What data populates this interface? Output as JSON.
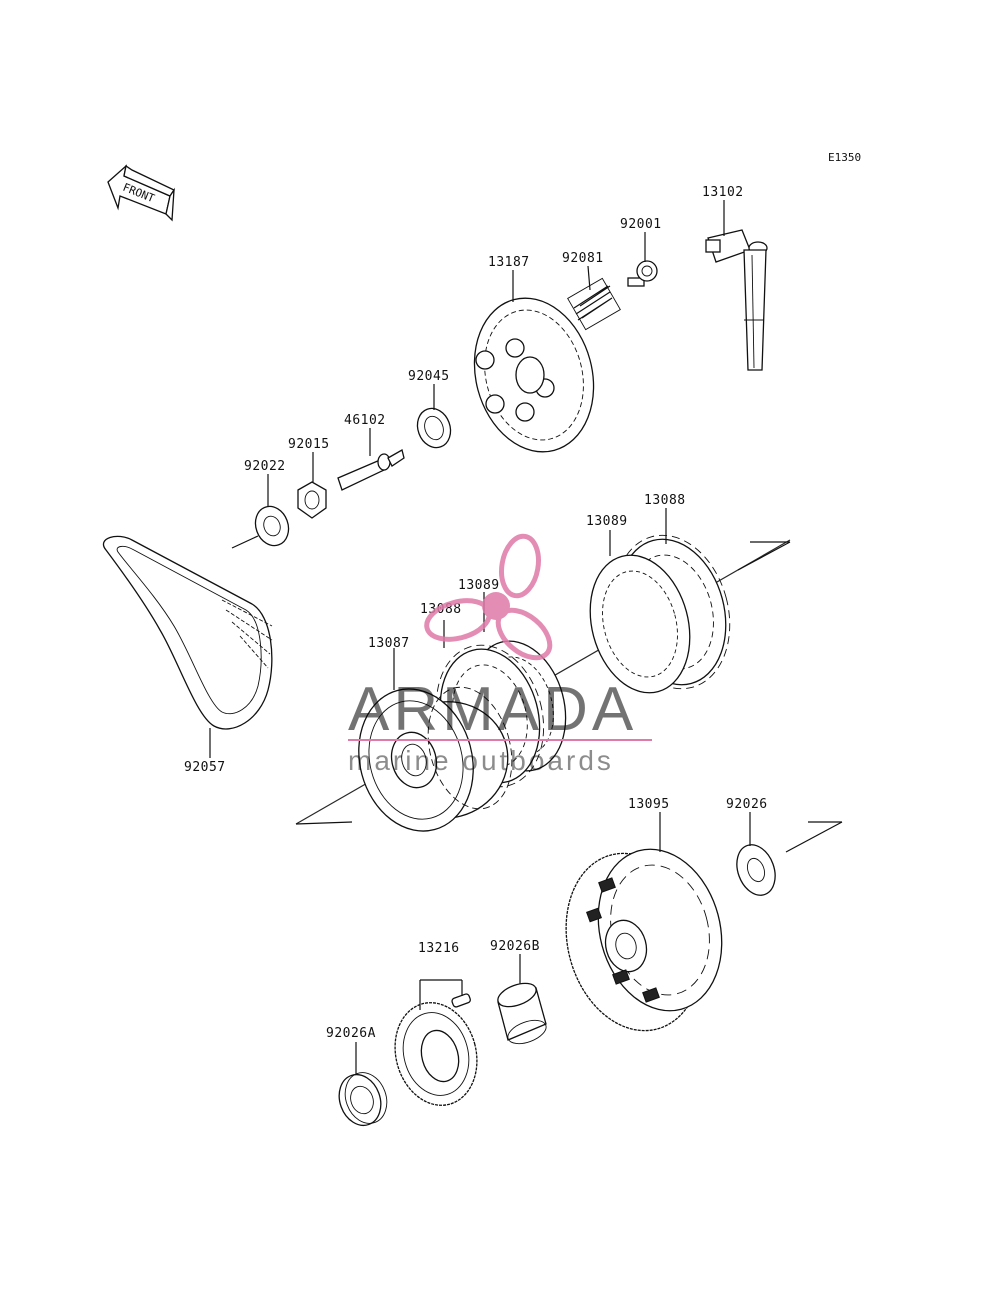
{
  "diagram": {
    "code": "E1350",
    "front_label": "FRONT",
    "parts": [
      {
        "id": "13102",
        "label": "13102"
      },
      {
        "id": "92001",
        "label": "92001"
      },
      {
        "id": "92081",
        "label": "92081"
      },
      {
        "id": "13187",
        "label": "13187"
      },
      {
        "id": "92045",
        "label": "92045"
      },
      {
        "id": "46102",
        "label": "46102"
      },
      {
        "id": "92015",
        "label": "92015"
      },
      {
        "id": "92022",
        "label": "92022"
      },
      {
        "id": "13088a",
        "label": "13088"
      },
      {
        "id": "13089a",
        "label": "13089"
      },
      {
        "id": "13089b",
        "label": "13089"
      },
      {
        "id": "13088b",
        "label": "13088"
      },
      {
        "id": "13087",
        "label": "13087"
      },
      {
        "id": "92057",
        "label": "92057"
      },
      {
        "id": "13095",
        "label": "13095"
      },
      {
        "id": "92026",
        "label": "92026"
      },
      {
        "id": "13216",
        "label": "13216"
      },
      {
        "id": "92026B",
        "label": "92026B"
      },
      {
        "id": "92026A",
        "label": "92026A"
      }
    ]
  },
  "watermark": {
    "brand": "ARMADA",
    "tagline": "marine outboards",
    "logo_color": "#e07aa8"
  }
}
